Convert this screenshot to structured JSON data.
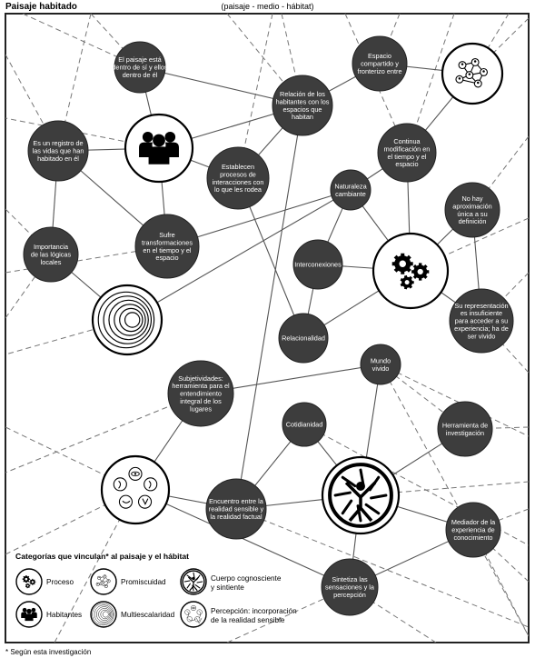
{
  "header": {
    "title": "Paisaje habitado",
    "subtitle": "(paisaje - medio - hábitat)"
  },
  "footnote": "* Según esta investigación",
  "nodes": [
    {
      "id": "n1",
      "lines": [
        "El paisaje está",
        "dentro de sí y ellos",
        "dentro de él"
      ]
    },
    {
      "id": "n2",
      "lines": [
        "Relación de los",
        "habitantes con los",
        "espacios que",
        "habitan"
      ]
    },
    {
      "id": "n3",
      "lines": [
        "Espacio",
        "compartido y",
        "fronterizo entre"
      ]
    },
    {
      "id": "n4",
      "lines": [
        "Es un registro de",
        "las vidas que han",
        "habitado en él"
      ]
    },
    {
      "id": "n5",
      "lines": [
        "Establecen",
        "procesos de",
        "interacciones con",
        "lo que les rodea"
      ]
    },
    {
      "id": "n6",
      "lines": [
        "Continua",
        "modificación en",
        "el tiempo y el",
        "espacio"
      ]
    },
    {
      "id": "n7",
      "lines": [
        "Naturaleza",
        "cambiante"
      ]
    },
    {
      "id": "n8",
      "lines": [
        "No hay",
        "aproximación",
        "única a su",
        "definición"
      ]
    },
    {
      "id": "n9",
      "lines": [
        "Importancia",
        "de las lógicas",
        "locales"
      ]
    },
    {
      "id": "n10",
      "lines": [
        "Sufre",
        "transformaciones",
        "en el tiempo y el",
        "espacio"
      ]
    },
    {
      "id": "n11",
      "lines": [
        "Interconexiones"
      ]
    },
    {
      "id": "n12",
      "lines": [
        "Su representación",
        "es insuficiente",
        "para acceder a su",
        "experiencia; ha de",
        "ser vivido"
      ]
    },
    {
      "id": "n13",
      "lines": [
        "Relacionalidad"
      ]
    },
    {
      "id": "n14",
      "lines": [
        "Mundo",
        "vivido"
      ]
    },
    {
      "id": "n15",
      "lines": [
        "Subjetividades:",
        "herramienta para el",
        "entendimiento",
        "integral de los",
        "lugares"
      ]
    },
    {
      "id": "n16",
      "lines": [
        "Cotidianidad"
      ]
    },
    {
      "id": "n17",
      "lines": [
        "Herramienta de",
        "investigación"
      ]
    },
    {
      "id": "n18",
      "lines": [
        "Encuentro entre la",
        "realidad sensible y",
        "la realidad factual"
      ]
    },
    {
      "id": "n19",
      "lines": [
        "Mediador de la",
        "experiencia de",
        "conocimiento"
      ]
    },
    {
      "id": "n20",
      "lines": [
        "Sintetiza las",
        "sensaciones y la",
        "percepción"
      ]
    }
  ],
  "hubs": [
    {
      "id": "h_people",
      "icon": "people-icon"
    },
    {
      "id": "h_network",
      "icon": "network-icon"
    },
    {
      "id": "h_gears",
      "icon": "gears-icon"
    },
    {
      "id": "h_rings",
      "icon": "rings-icon"
    },
    {
      "id": "h_senses",
      "icon": "senses-icon"
    },
    {
      "id": "h_body",
      "icon": "body-icon"
    }
  ],
  "legend": {
    "title": "Categorías que vinculan* al paisaje y el hábitat",
    "items": [
      {
        "icon": "gears-icon",
        "label": "Proceso"
      },
      {
        "icon": "network-icon",
        "label": "Promiscuidad"
      },
      {
        "icon": "body-icon",
        "label": "Cuerpo cognosciente",
        "label2": "y sintiente"
      },
      {
        "icon": "people-icon",
        "label": "Habitantes"
      },
      {
        "icon": "rings-icon",
        "label": "Multiescalaridad"
      },
      {
        "icon": "senses-icon",
        "label": "Percepción: incorporación",
        "label2": "de la realidad sensible"
      }
    ]
  },
  "colors": {
    "node_fill": "#3d3d3d",
    "node_text": "#ffffff",
    "line": "#555555",
    "dashed": "#777777"
  }
}
